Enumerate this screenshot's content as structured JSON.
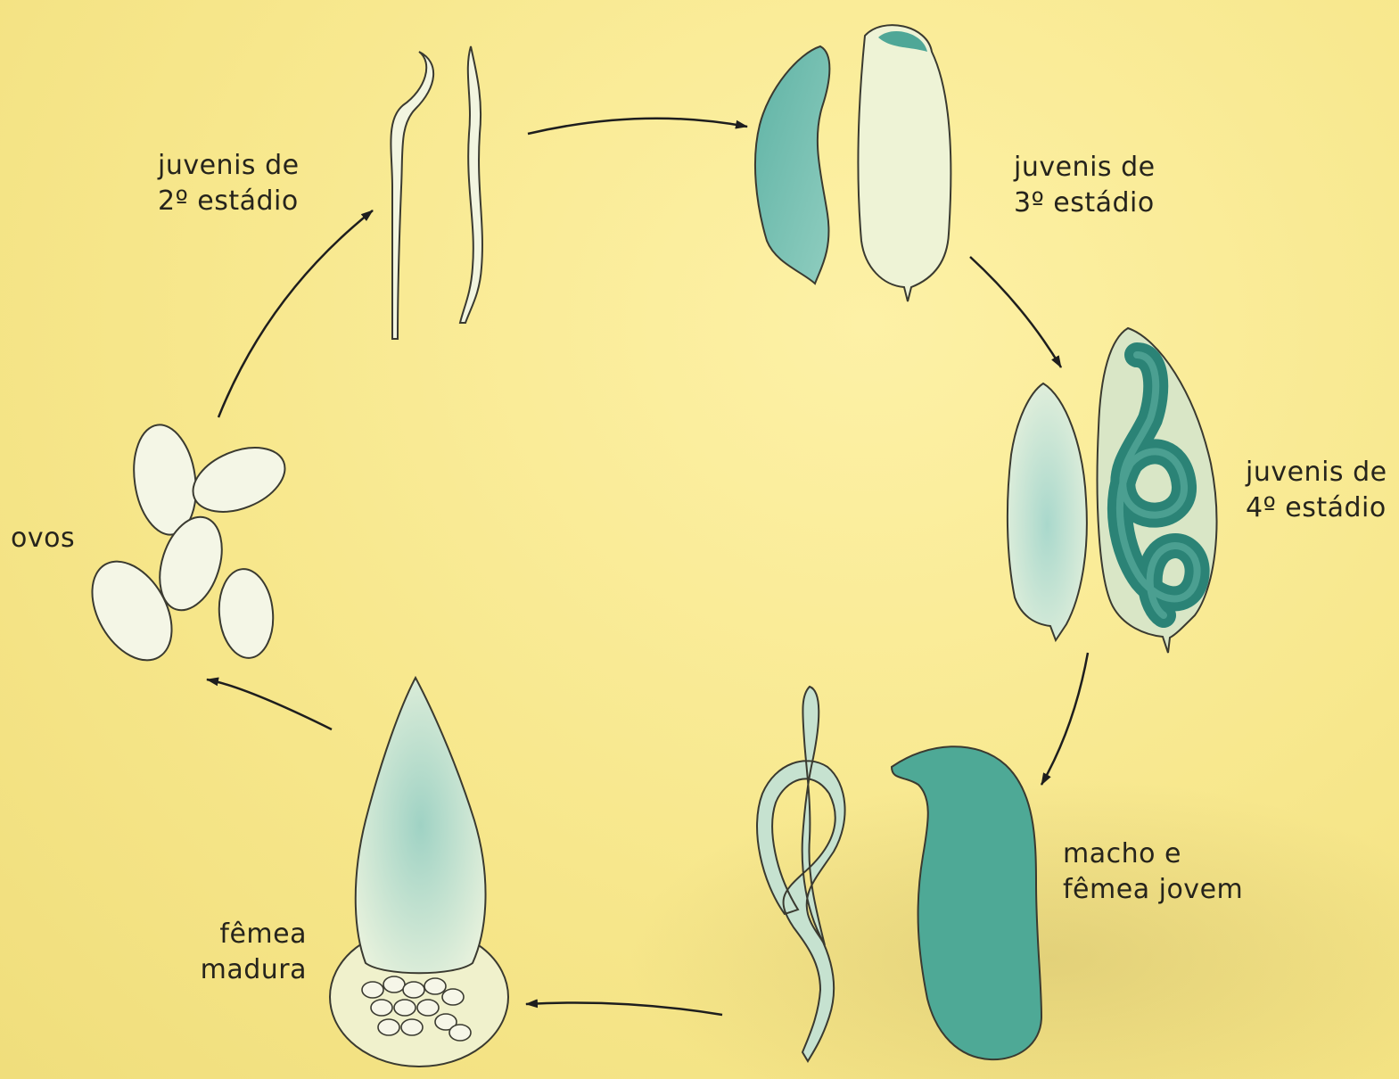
{
  "stages": {
    "j2": {
      "line1": "juvenis de",
      "line2": "2º estádio"
    },
    "j3": {
      "line1": "juvenis de",
      "line2": "3º estádio"
    },
    "j4": {
      "line1": "juvenis de",
      "line2": "4º estádio"
    },
    "adult": {
      "line1": "macho e",
      "line2": "fêmea jovem"
    },
    "mature": {
      "line1": "fêmea",
      "line2": "madura"
    },
    "eggs": {
      "line1": "ovos"
    }
  },
  "colors": {
    "background": "#f6e88a",
    "body_light": "#eef3d6",
    "body_teal": "#7dc2b3",
    "body_dark_teal": "#2f9284",
    "outline": "#3a3a30",
    "arrow": "#1e1e1e",
    "text": "#26241c"
  }
}
